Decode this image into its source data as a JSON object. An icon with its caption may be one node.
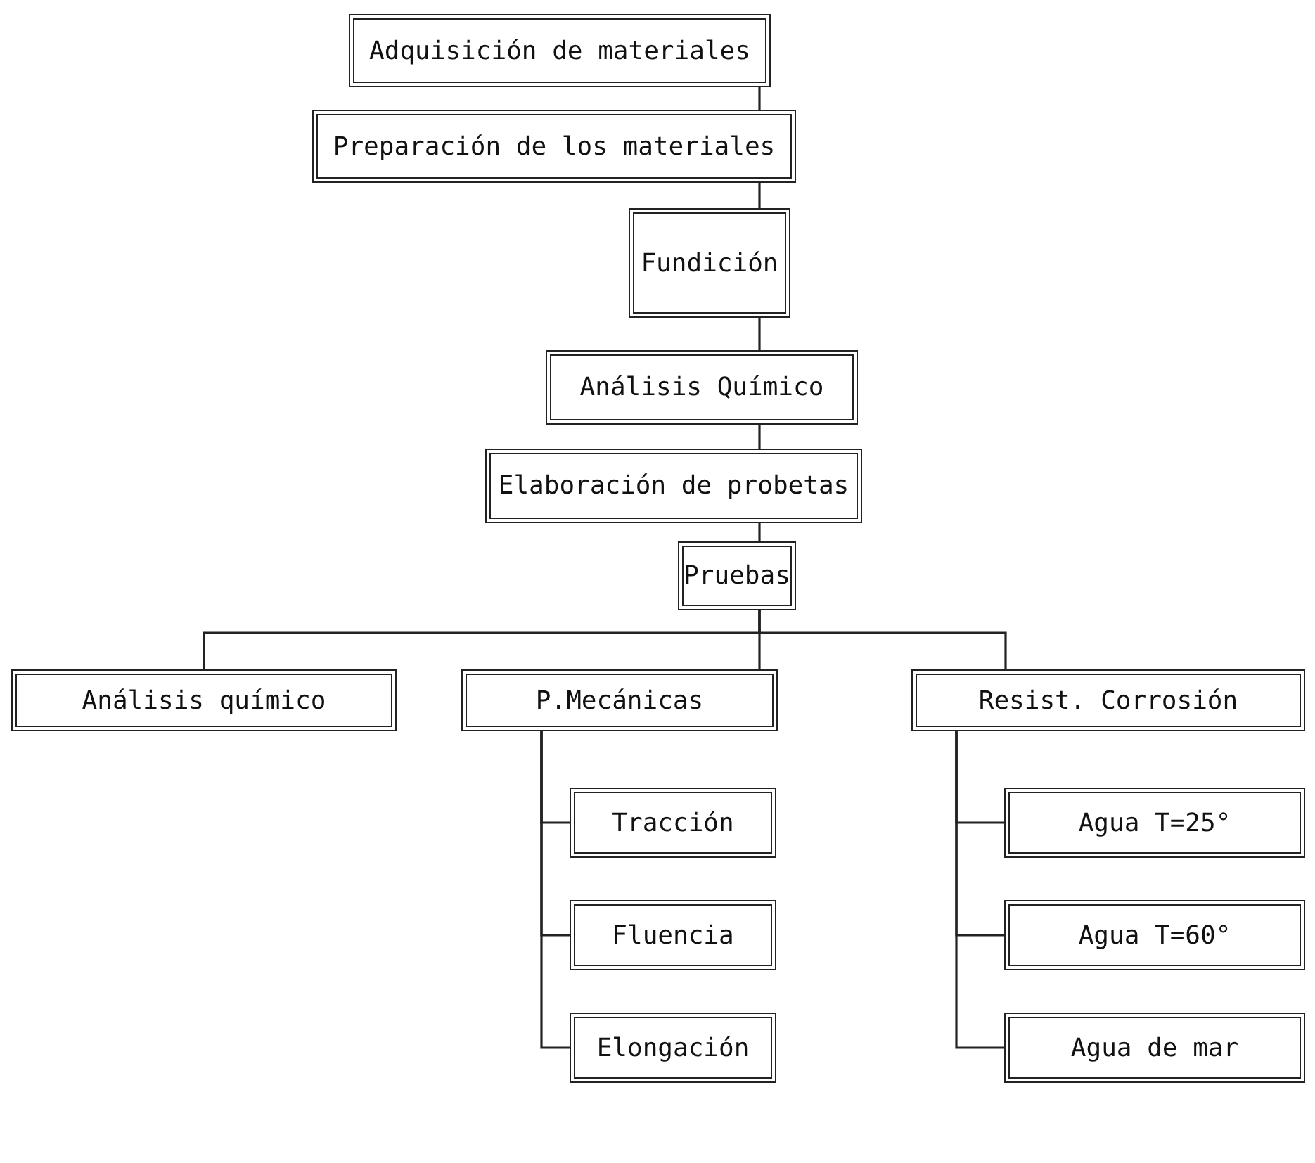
{
  "diagram": {
    "nodes": [
      {
        "text": [
          "Adquisición de materiales"
        ]
      },
      {
        "text": [
          "Preparación de los materiales"
        ]
      },
      {
        "text": [
          "Fundición"
        ]
      },
      {
        "text": [
          "Análisis Químico"
        ]
      },
      {
        "text": [
          "Elaboración de probetas"
        ]
      },
      {
        "text": [
          "Pruebas"
        ]
      },
      {
        "text": [
          "Análisis químico"
        ]
      },
      {
        "text": [
          "P.Mecánicas"
        ]
      },
      {
        "text": [
          "Resist. Corrosión"
        ]
      },
      {
        "text": [
          "Tracción"
        ]
      },
      {
        "text": [
          "Fluencia"
        ]
      },
      {
        "text": [
          "Elongación"
        ]
      },
      {
        "text": [
          "Agua T=25°"
        ]
      },
      {
        "text": [
          "Agua T=60°"
        ]
      },
      {
        "text": [
          "Agua de mar"
        ]
      }
    ],
    "edges": [
      {
        "from": 0,
        "to": 1,
        "arrow": "none"
      },
      {
        "from": 1,
        "to": 2,
        "arrow": "none"
      },
      {
        "from": 2,
        "to": 3,
        "arrow": "none"
      },
      {
        "from": 3,
        "to": 4,
        "arrow": "none"
      },
      {
        "from": 4,
        "to": 5,
        "arrow": "none"
      },
      {
        "from": 5,
        "to": 6,
        "arrow": "none"
      },
      {
        "from": 5,
        "to": 7,
        "arrow": "none"
      },
      {
        "from": 5,
        "to": 8,
        "arrow": "none"
      },
      {
        "from": 7,
        "to": 9,
        "arrow": "none"
      },
      {
        "from": 7,
        "to": 10,
        "arrow": "none"
      },
      {
        "from": 7,
        "to": 11,
        "arrow": "none"
      },
      {
        "from": 8,
        "to": 12,
        "arrow": "none"
      },
      {
        "from": 8,
        "to": 13,
        "arrow": "none"
      },
      {
        "from": 8,
        "to": 14,
        "arrow": "none"
      }
    ]
  }
}
